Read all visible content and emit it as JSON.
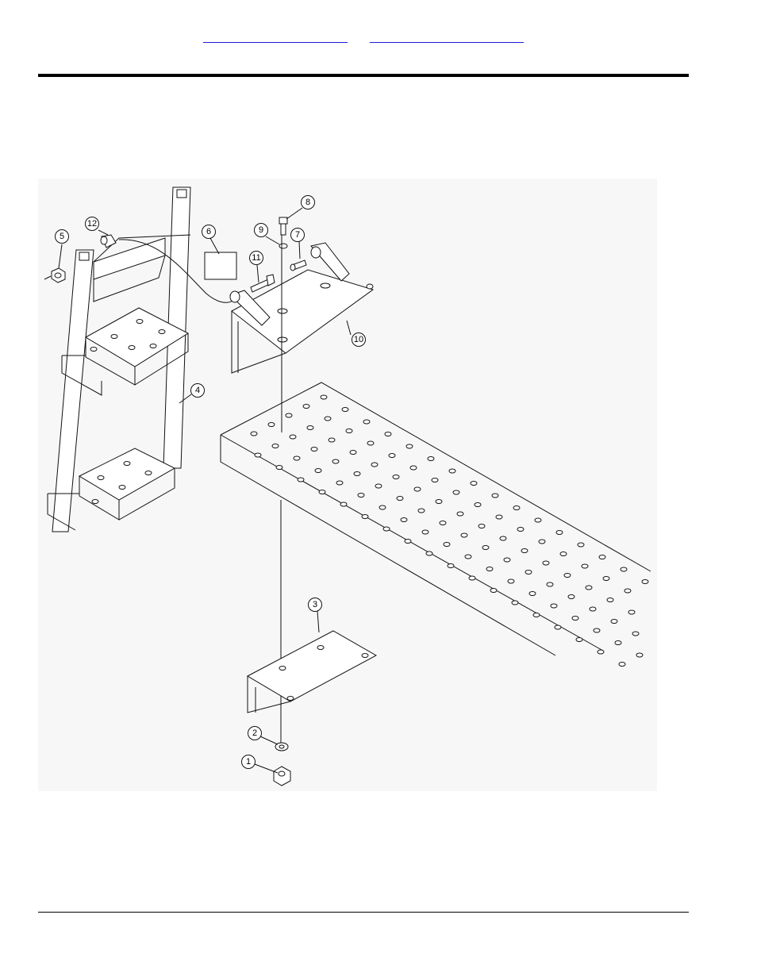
{
  "header": {
    "links": [
      "",
      ""
    ]
  },
  "diagram": {
    "callouts": [
      "1",
      "2",
      "3",
      "4",
      "5",
      "6",
      "7",
      "8",
      "9",
      "10",
      "11",
      "12"
    ]
  }
}
